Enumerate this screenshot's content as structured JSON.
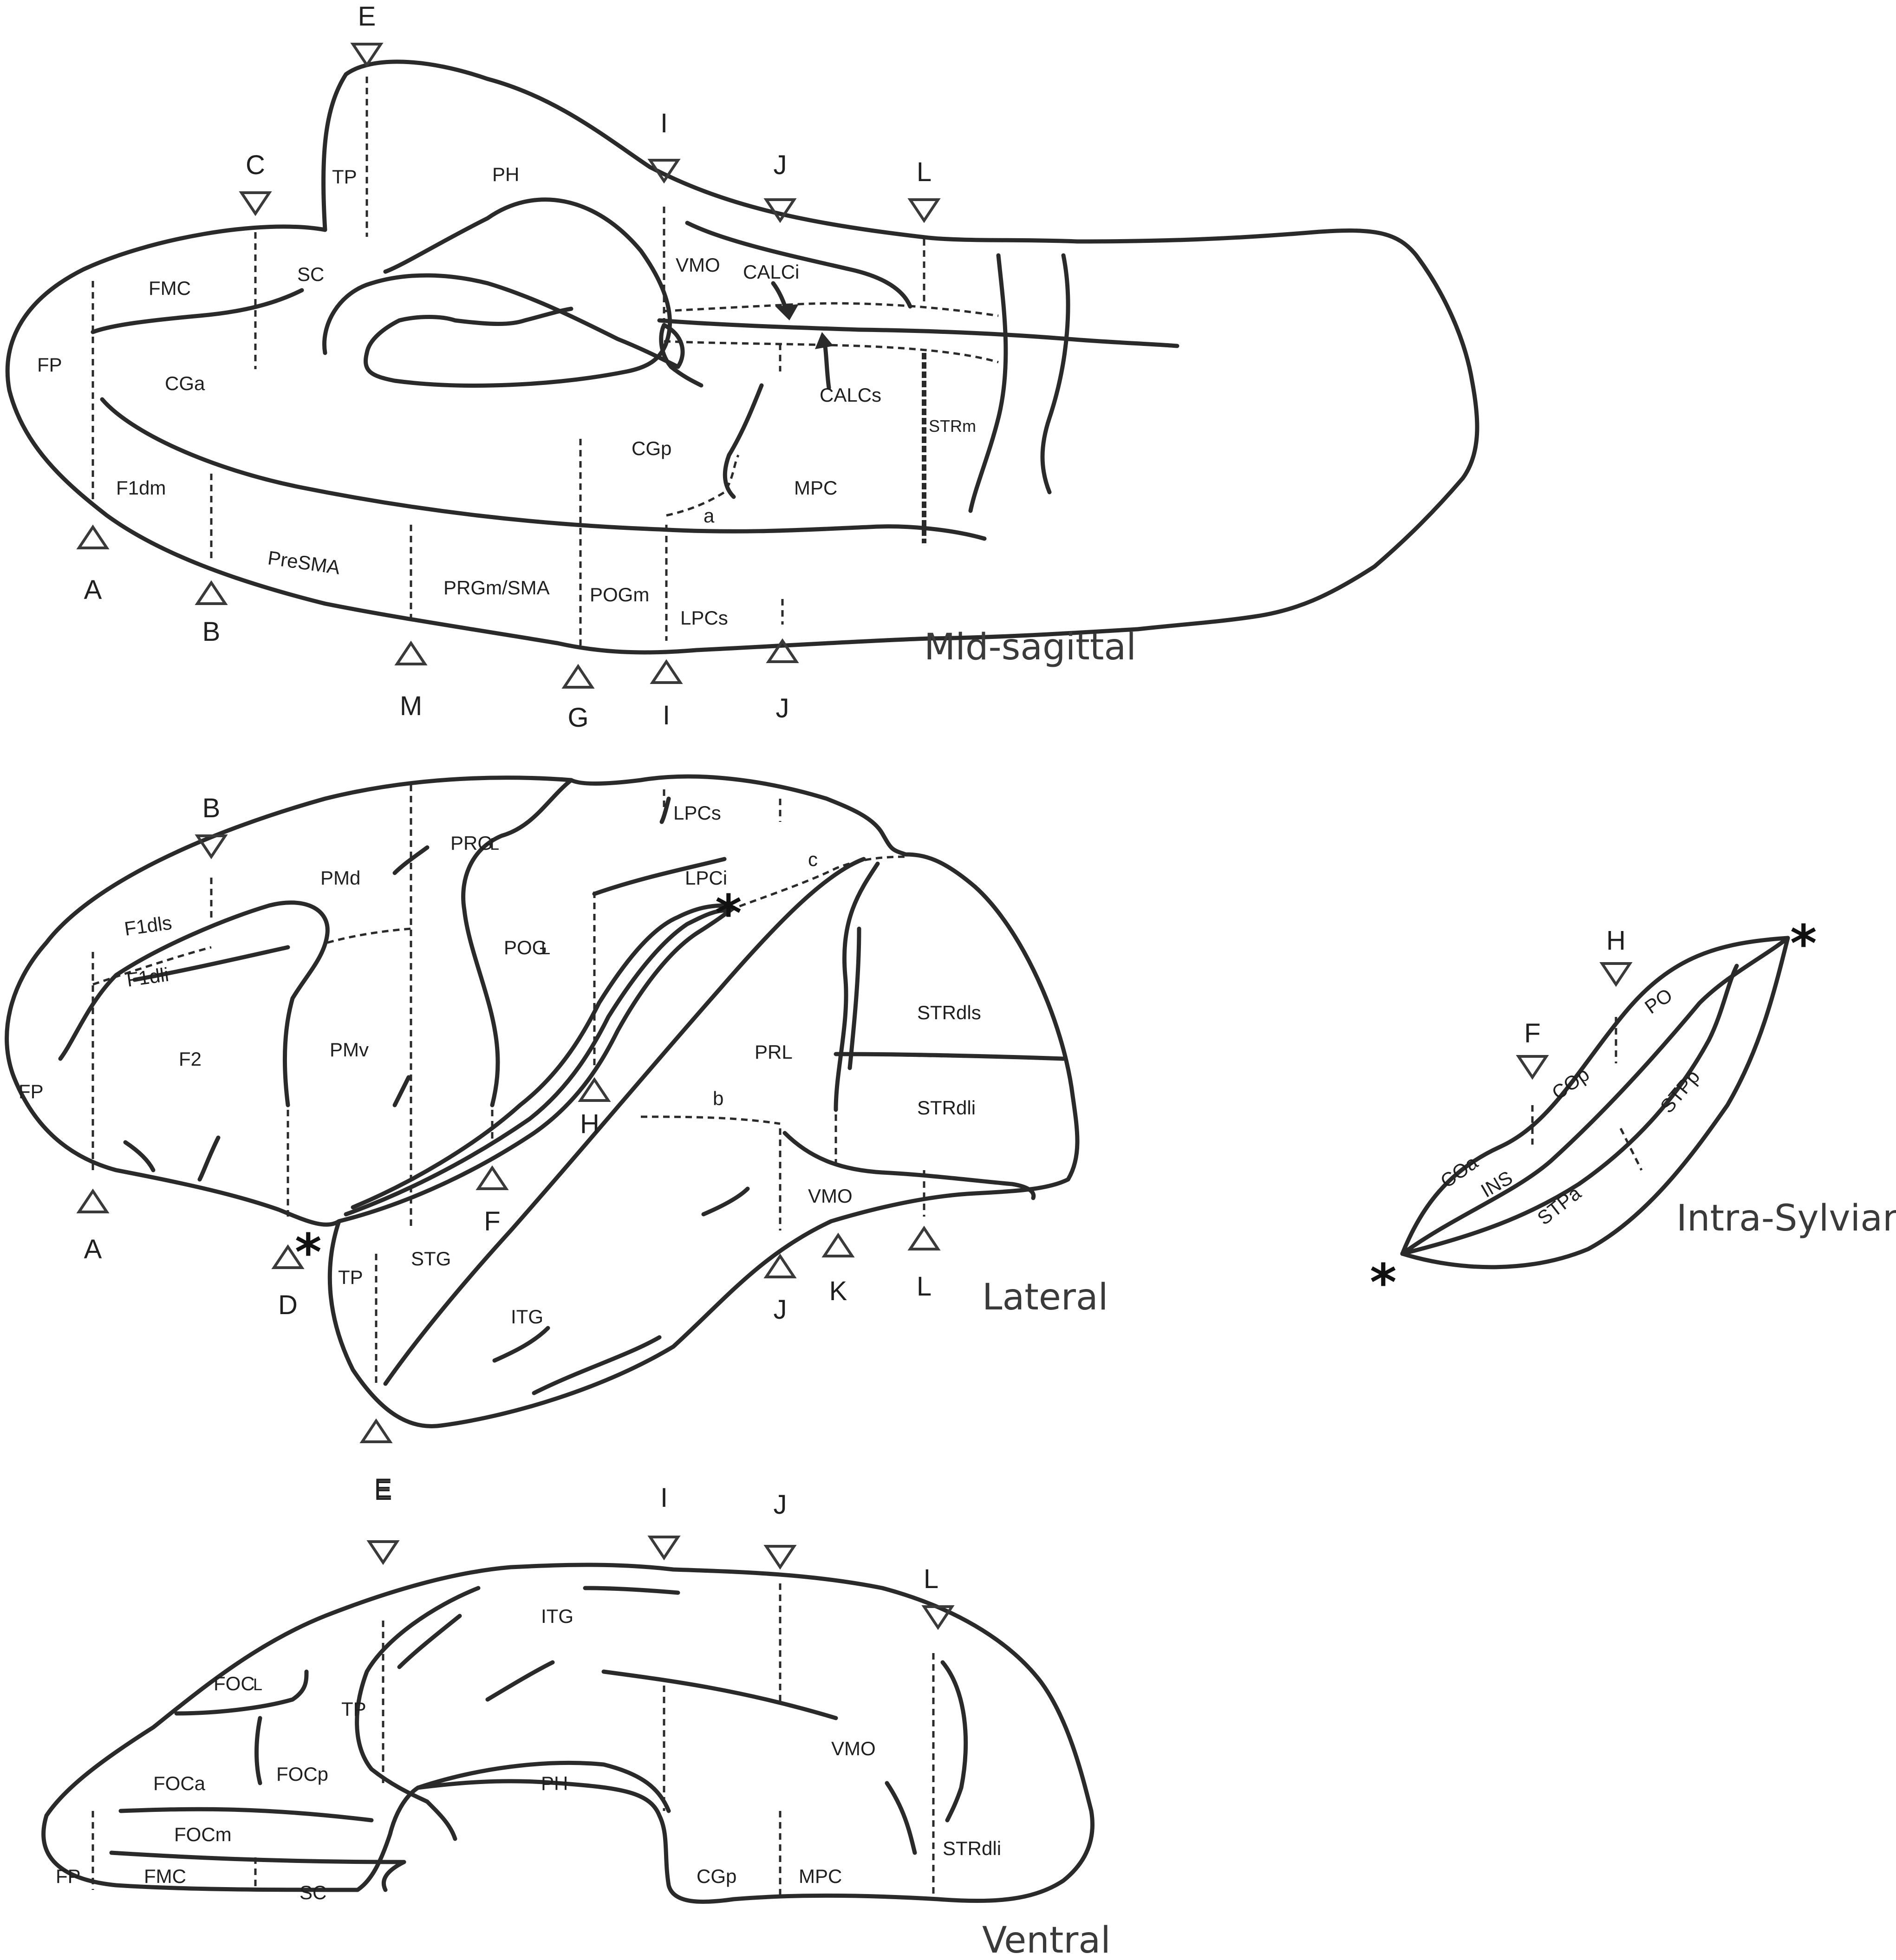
{
  "views": {
    "mid_sagittal": "Mid-sagittal",
    "lateral": "Lateral",
    "intra_sylvian": "Intra-Sylvian",
    "ventral": "Ventral"
  },
  "regions": {
    "mid": [
      "FP",
      "FMC",
      "SC",
      "TP",
      "PH",
      "VMO",
      "CALCi",
      "CGa",
      "CALCs",
      "STRm",
      "CGp",
      "MPC",
      "F1dm",
      "a",
      "PreSMA",
      "PRGm/SMA",
      "POGm",
      "LPCs"
    ],
    "lateral": [
      "PMd",
      "PRG",
      "L",
      "LPCs",
      "c",
      "LPCi",
      "F1dls",
      "F1dli",
      "POG",
      "L",
      "STRdls",
      "F2",
      "PMv",
      "PRL",
      "FP",
      "b",
      "STRdli",
      "VMO",
      "TP",
      "STG",
      "ITG"
    ],
    "intra": [
      "PO",
      "COp",
      "STPp",
      "COa",
      "INS",
      "STPa"
    ],
    "ventral": [
      "ITG",
      "FOC",
      "L",
      "TP",
      "VMO",
      "FOCa",
      "FOCp",
      "PH",
      "FOCm",
      "STRdli",
      "FP",
      "FMC",
      "SC",
      "CGp",
      "MPC"
    ]
  },
  "markers": {
    "mid": [
      "E",
      "C",
      "I",
      "J",
      "L",
      "A",
      "B",
      "M",
      "G",
      "I",
      "J"
    ],
    "lateral": [
      "B",
      "A",
      "D",
      "H",
      "F",
      "J",
      "K",
      "L",
      "E"
    ],
    "intra": [
      "H",
      "F"
    ],
    "ventral": [
      "E",
      "I",
      "J",
      "L"
    ]
  },
  "asterisk": "*"
}
